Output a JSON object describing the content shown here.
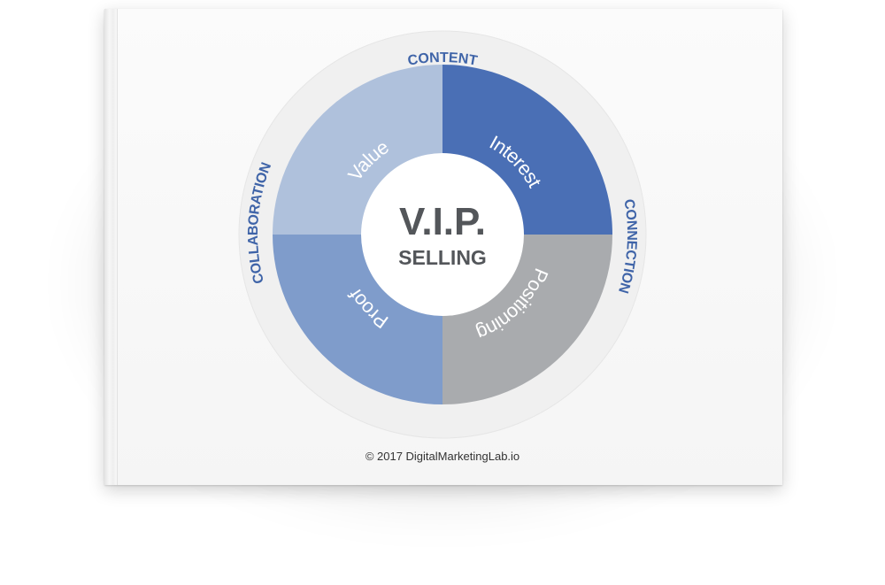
{
  "center": {
    "title": "V.I.P.",
    "subtitle": "SELLING"
  },
  "quadrants": [
    {
      "id": "value",
      "label": "Value",
      "color": "#afc1dc"
    },
    {
      "id": "interest",
      "label": "Interest",
      "color": "#4a6fb5"
    },
    {
      "id": "proof",
      "label": "Proof",
      "color": "#7f9ccb"
    },
    {
      "id": "positioning",
      "label": "Positioning",
      "color": "#a9abae"
    }
  ],
  "ring_labels": {
    "top": "CONTENT",
    "right": "CONNECTION",
    "left": "COLLABORATION"
  },
  "colors": {
    "ring_text": "#3f64a8",
    "center_text": "#53565a",
    "ring_background": "#f0f0f0"
  },
  "footer": {
    "copyright": "© 2017 DigitalMarketingLab.io"
  }
}
